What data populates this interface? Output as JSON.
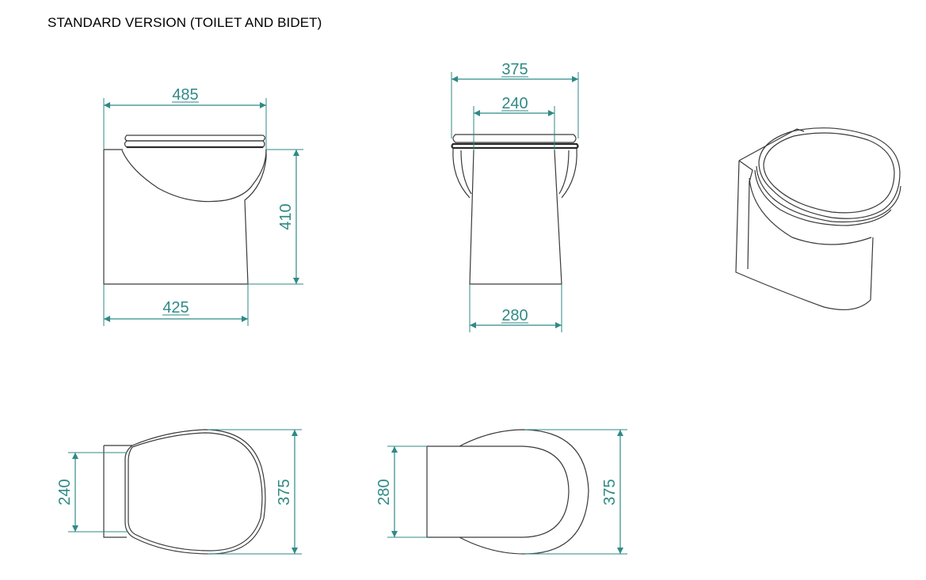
{
  "title": "STANDARD VERSION (TOILET AND BIDET)",
  "accent_color": "#2f8a86",
  "line_color": "#3a3a3a",
  "dimensions": {
    "side_top_width": "485",
    "side_height": "410",
    "side_base_width": "425",
    "front_top_width": "375",
    "front_inner_width": "240",
    "front_base_width": "280",
    "top_left_inner": "240",
    "top_left_outer": "375",
    "top_right_inner": "280",
    "top_right_outer": "375"
  }
}
